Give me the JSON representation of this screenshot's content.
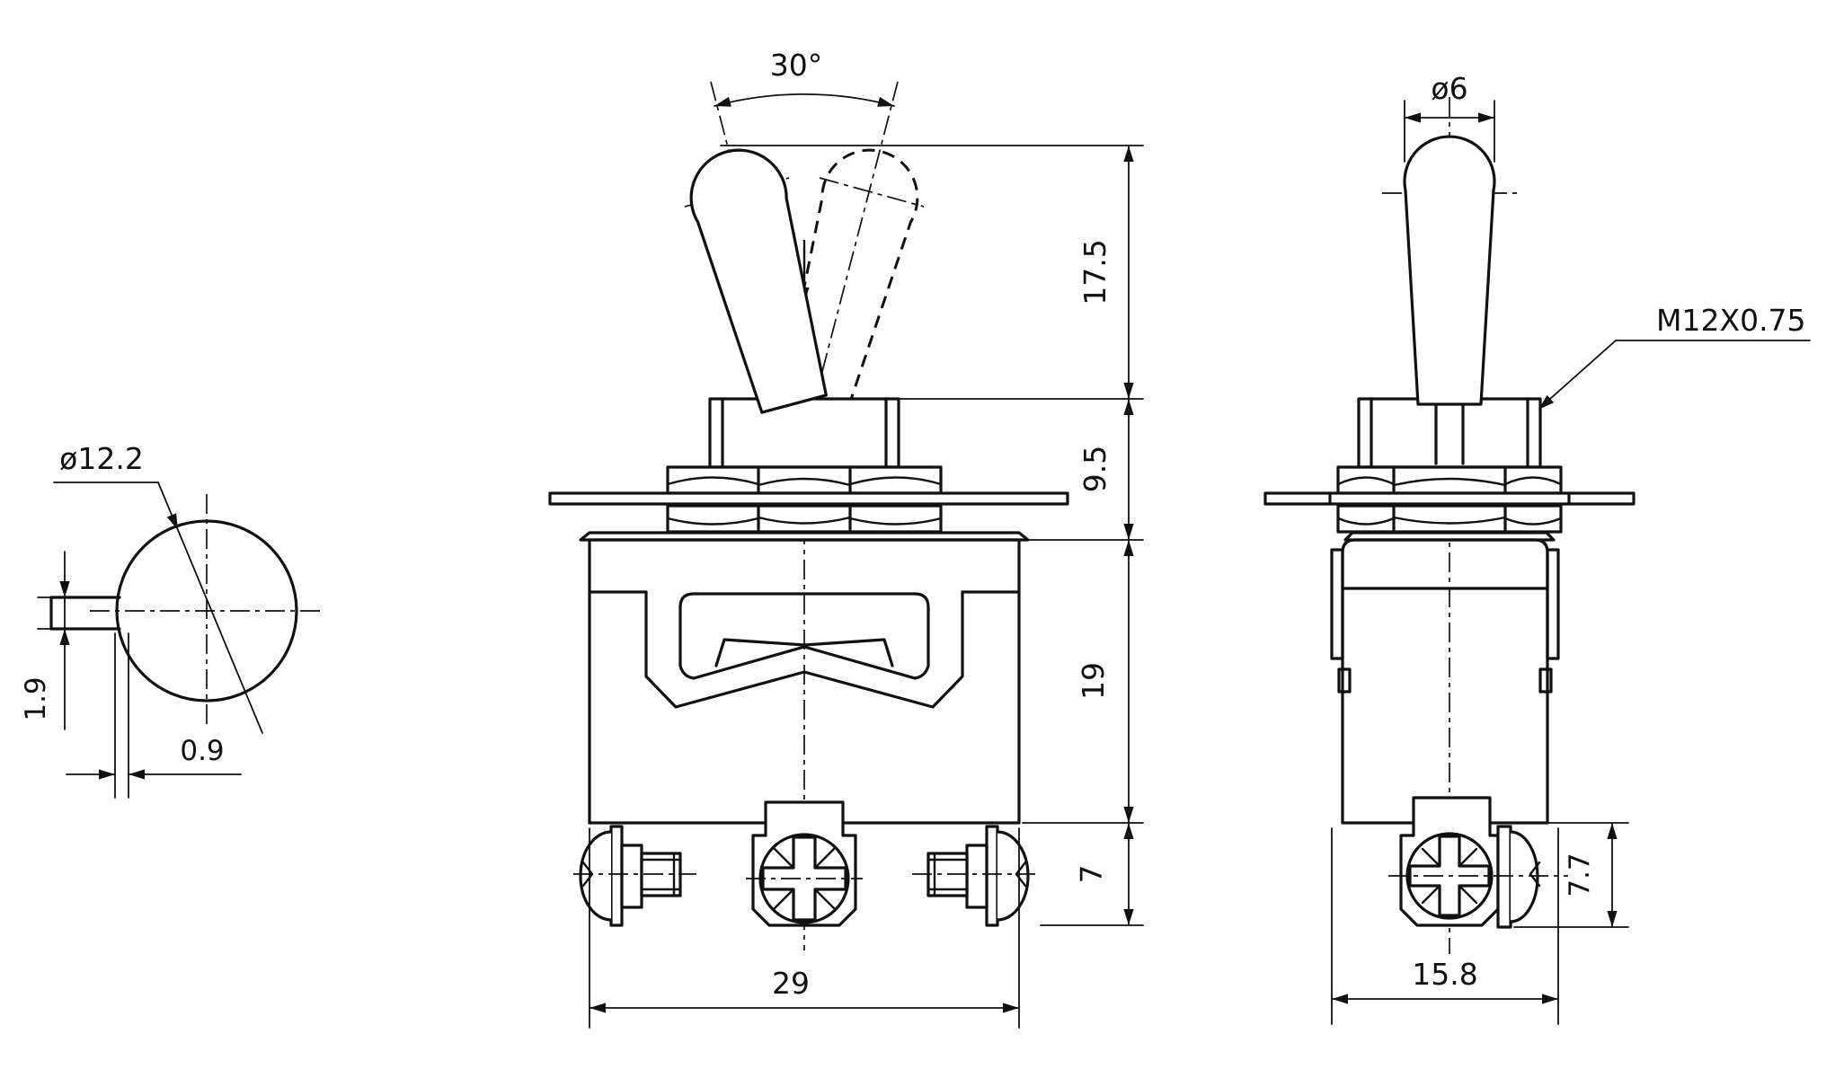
{
  "colors": {
    "background": "#ffffff",
    "ink": "#111111"
  },
  "views": {
    "rear_view": {
      "diameter_label": "ø12.2",
      "tab_height_label": "1.9",
      "tab_depth_label": "0.9"
    },
    "front_view": {
      "throw_angle_label": "30°",
      "lever_height_label": "17.5",
      "bushing_height_label": "9.5",
      "body_height_label": "19",
      "terminal_height_label": "7",
      "body_width_label": "29"
    },
    "side_view": {
      "lever_diameter_label": "ø6",
      "thread_spec_label": "M12X0.75",
      "terminal_screw_height_label": "7.7",
      "body_depth_label": "15.8"
    }
  }
}
